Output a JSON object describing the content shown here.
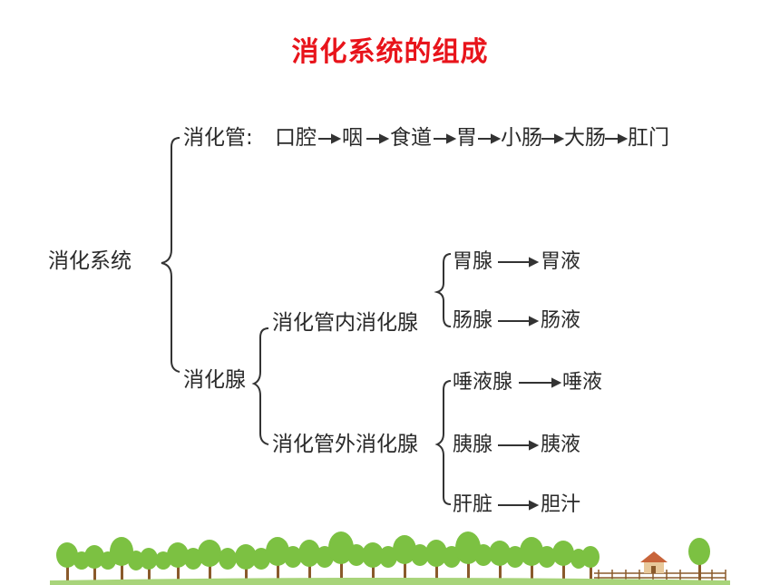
{
  "title": "消化系统的组成",
  "root": "消化系统",
  "tract": {
    "label": "消化管:",
    "chain": [
      "口腔",
      "咽",
      "食道",
      "胃",
      "小肠",
      "大肠",
      "肛门"
    ]
  },
  "glands": {
    "label": "消化腺",
    "inner": {
      "label": "消化管内消化腺",
      "items": [
        {
          "gland": "胃腺",
          "fluid": "胃液"
        },
        {
          "gland": "肠腺",
          "fluid": "肠液"
        }
      ]
    },
    "outer": {
      "label": "消化管外消化腺",
      "items": [
        {
          "gland": "唾液腺",
          "fluid": "唾液"
        },
        {
          "gland": "胰腺",
          "fluid": "胰液"
        },
        {
          "gland": "肝脏",
          "fluid": "胆汁"
        }
      ]
    }
  },
  "colors": {
    "title": "#e8141b",
    "text": "#2a2a2a",
    "tree": "#7cc142",
    "trunk": "#8a5a2b",
    "house": "#c8643a"
  }
}
